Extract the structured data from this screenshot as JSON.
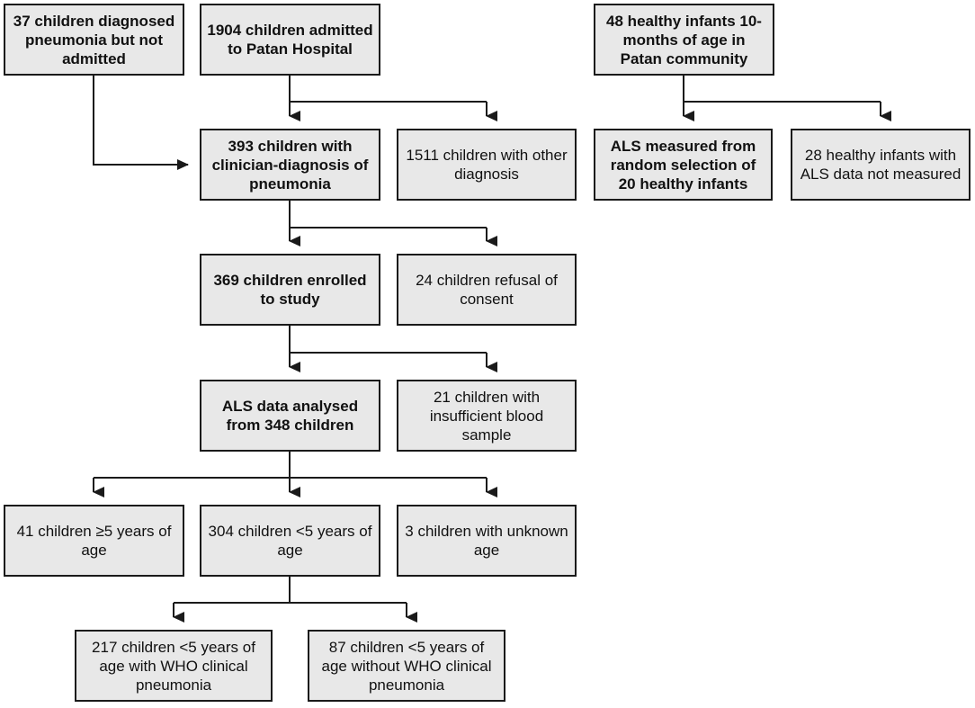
{
  "flowchart": {
    "boxes": {
      "not_admitted": "37 children diagnosed pneumonia but not admitted",
      "admitted": "1904 children admitted to Patan Hospital",
      "healthy_infants": "48 healthy infants 10-months of age in Patan community",
      "clinician_diagnosis": "393 children with clinician-diagnosis of pneumonia",
      "other_diagnosis": "1511 children with other diagnosis",
      "als_healthy": "ALS measured from random selection of 20 healthy infants",
      "healthy_not_measured": "28 healthy infants with ALS data not measured",
      "enrolled": "369 children enrolled to study",
      "refusal": "24 children refusal of consent",
      "als_analysed": "ALS data analysed from 348 children",
      "insufficient_blood": "21 children with insufficient blood sample",
      "age_5_plus": "41 children ≥5 years of age",
      "age_under_5": "304 children <5 years of age",
      "unknown_age": "3 children with unknown age",
      "who_clinical": "217 children <5 years of age with WHO clinical pneumonia",
      "without_who": "87 children <5 years of age without WHO clinical pneumonia"
    },
    "colors": {
      "box_fill": "#e8e8e8",
      "border": "#1a1a1a",
      "line": "#1a1a1a"
    }
  }
}
